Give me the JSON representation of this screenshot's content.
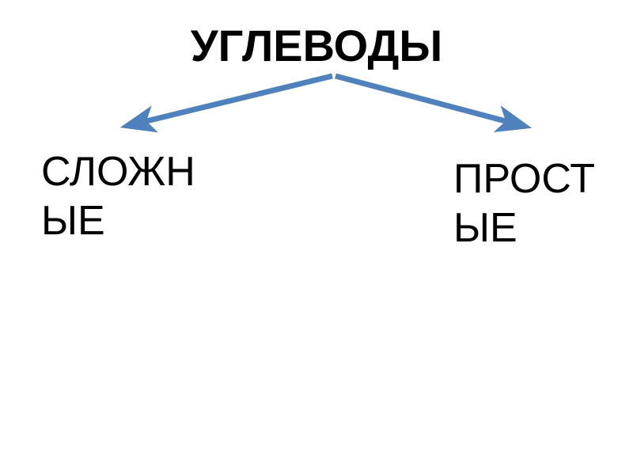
{
  "title": "УГЛЕВОДЫ",
  "branches": [
    {
      "label": "СЛОЖНЫЕ",
      "display_lines": [
        "СЛОЖН",
        "ЫЕ"
      ]
    },
    {
      "label": "ПРОСТЫЕ",
      "display_lines": [
        "ПРОСТ",
        "ЫЕ"
      ]
    }
  ],
  "colors": {
    "arrow": "#4f81bd",
    "text": "#000000",
    "background": "#ffffff"
  }
}
